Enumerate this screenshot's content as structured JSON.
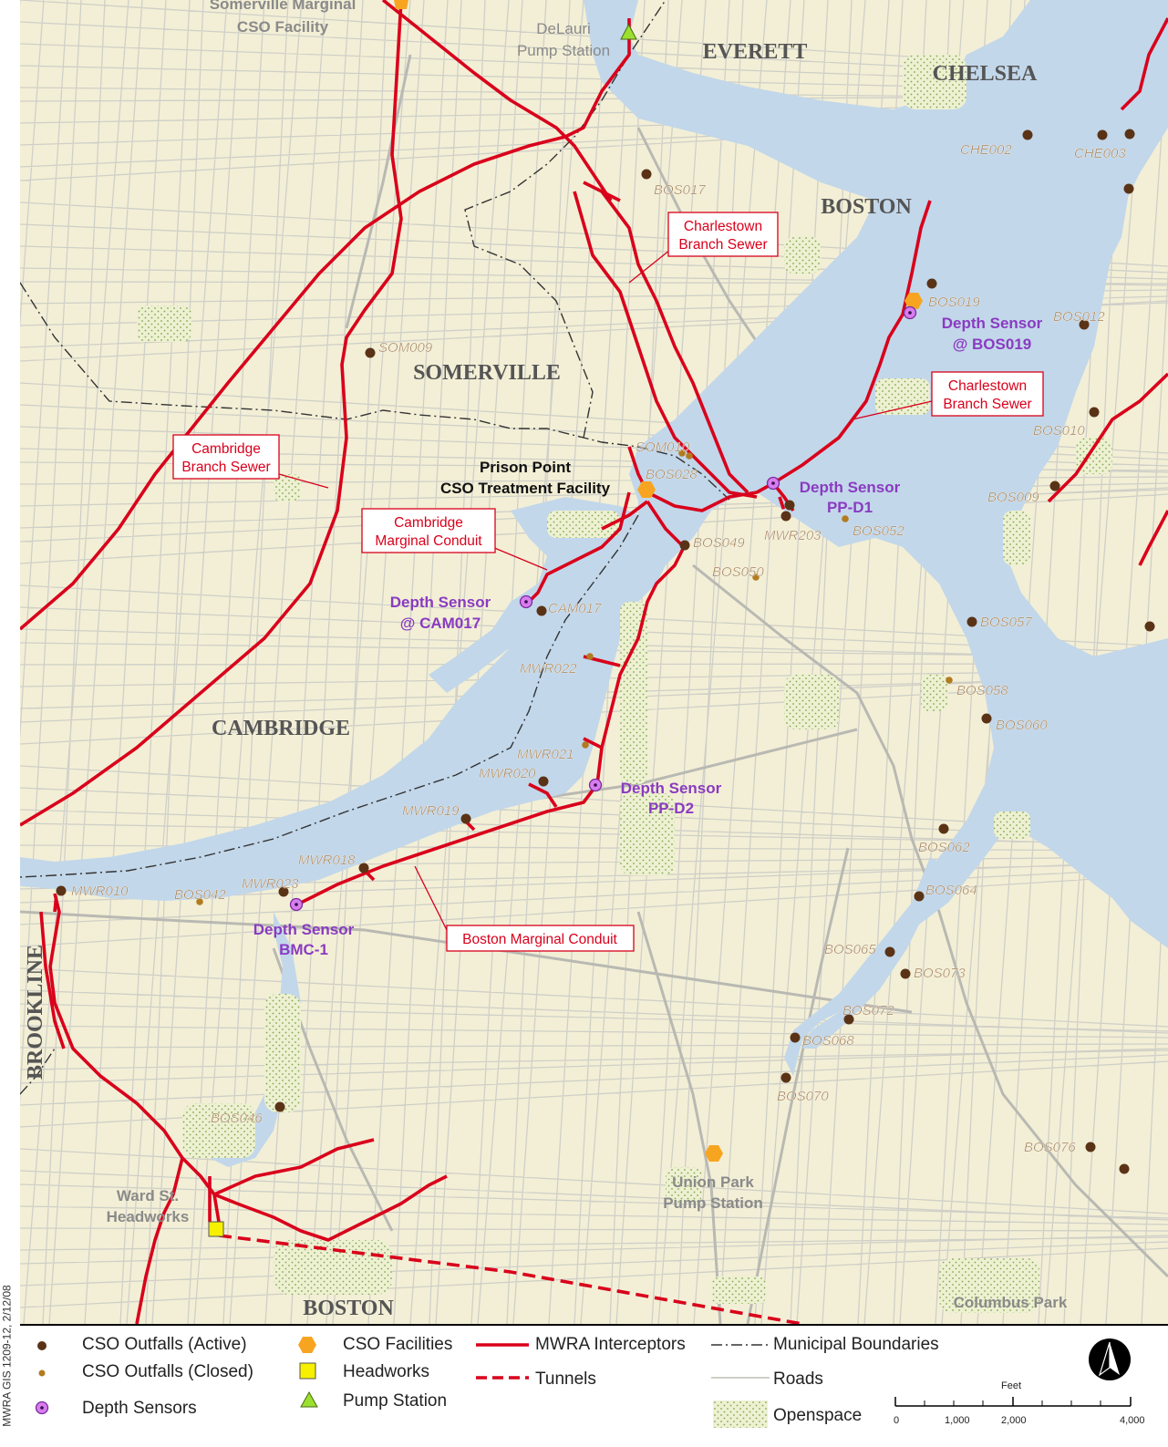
{
  "towns": [
    {
      "id": "everett",
      "name": "EVERETT"
    },
    {
      "id": "chelsea",
      "name": "CHELSEA"
    },
    {
      "id": "boston_n",
      "name": "BOSTON"
    },
    {
      "id": "somerville",
      "name": "SOMERVILLE"
    },
    {
      "id": "cambridge",
      "name": "CAMBRIDGE"
    },
    {
      "id": "brookline",
      "name": "BROOKLINE"
    },
    {
      "id": "boston_s",
      "name": "BOSTON"
    }
  ],
  "facilities": {
    "somerville_marginal": "Somerville Marginal",
    "somerville_marginal_2": "CSO Facility",
    "delauri_1": "DeLauri",
    "delauri_2": "Pump Station",
    "prison_point_1": "Prison Point",
    "prison_point_2": "CSO Treatment Facility",
    "ward_1": "Ward St.",
    "ward_2": "Headworks",
    "union_1": "Union Park",
    "union_2": "Pump Station",
    "columbus": "Columbus Park"
  },
  "callouts": {
    "charlestown_1": [
      "Charlestown",
      "Branch Sewer"
    ],
    "charlestown_2": [
      "Charlestown",
      "Branch Sewer"
    ],
    "cambridge_branch": [
      "Cambridge",
      "Branch Sewer"
    ],
    "cambridge_marginal": [
      "Cambridge",
      "Marginal Conduit"
    ],
    "boston_marginal": [
      "Boston Marginal Conduit"
    ]
  },
  "sensors": {
    "bos019": [
      "Depth Sensor",
      "@ BOS019"
    ],
    "ppd1": [
      "Depth Sensor",
      "PP-D1"
    ],
    "cam017": [
      "Depth Sensor",
      "@ CAM017"
    ],
    "ppd2": [
      "Depth Sensor",
      "PP-D2"
    ],
    "bmc1": [
      "Depth Sensor",
      "BMC-1"
    ]
  },
  "outfalls": [
    {
      "label": "BOS017",
      "status": "active"
    },
    {
      "label": "CHE002",
      "status": "active"
    },
    {
      "label": "CHE003",
      "status": "active"
    },
    {
      "label": "BOS019",
      "status": "active"
    },
    {
      "label": "BOS012",
      "status": "active"
    },
    {
      "label": "BOS010",
      "status": "active"
    },
    {
      "label": "BOS009",
      "status": "active"
    },
    {
      "label": "SOM009",
      "status": "active"
    },
    {
      "label": "SOM010",
      "status": "closed"
    },
    {
      "label": "BOS028",
      "status": "closed"
    },
    {
      "label": "MWR203",
      "status": "active"
    },
    {
      "label": "BOS052",
      "status": "closed"
    },
    {
      "label": "BOS049",
      "status": "active"
    },
    {
      "label": "BOS050",
      "status": "closed"
    },
    {
      "label": "CAM017",
      "status": "active"
    },
    {
      "label": "BOS057",
      "status": "active"
    },
    {
      "label": "MWR022",
      "status": "closed"
    },
    {
      "label": "BOS058",
      "status": "closed"
    },
    {
      "label": "BOS060",
      "status": "active"
    },
    {
      "label": "MWR021",
      "status": "closed"
    },
    {
      "label": "MWR020",
      "status": "active"
    },
    {
      "label": "MWR019",
      "status": "active"
    },
    {
      "label": "BOS062",
      "status": "active"
    },
    {
      "label": "MWR018",
      "status": "active"
    },
    {
      "label": "MWR010",
      "status": "active"
    },
    {
      "label": "BOS042",
      "status": "closed"
    },
    {
      "label": "MWR023",
      "status": "active"
    },
    {
      "label": "BOS064",
      "status": "active"
    },
    {
      "label": "BOS065",
      "status": "active"
    },
    {
      "label": "BOS073",
      "status": "active"
    },
    {
      "label": "BOS072",
      "status": "active"
    },
    {
      "label": "BOS068",
      "status": "active"
    },
    {
      "label": "BOS070",
      "status": "active"
    },
    {
      "label": "BOS046",
      "status": "active"
    },
    {
      "label": "BOS076",
      "status": "active"
    }
  ],
  "legend": {
    "active": "CSO Outfalls (Active)",
    "closed": "CSO Outfalls (Closed)",
    "sensors": "Depth Sensors",
    "facilities": "CSO Facilities",
    "headworks": "Headworks",
    "pump": "Pump Station",
    "interceptors": "MWRA Interceptors",
    "tunnels": "Tunnels",
    "boundaries": "Municipal Boundaries",
    "roads": "Roads",
    "openspace": "Openspace",
    "scale_unit": "Feet",
    "scale_ticks": [
      "0",
      "1,000",
      "2,000",
      "4,000"
    ]
  },
  "credit": "MWRA GIS 1209-12, 2/12/08",
  "colors": {
    "land": "#f3efd6",
    "water": "#c2d7ea",
    "road": "#cfcfc8",
    "interceptor": "#d9001b",
    "outfall_active": "#5a3317",
    "outfall_closed": "#b27b20",
    "label_outfall": "#a9875e",
    "facility": "#f7a520",
    "headworks": "#f7f000",
    "pump": "#9be02f",
    "sensor": "#b04ad6",
    "sensor_text": "#8a3bc1",
    "park": "#9fc46b"
  }
}
